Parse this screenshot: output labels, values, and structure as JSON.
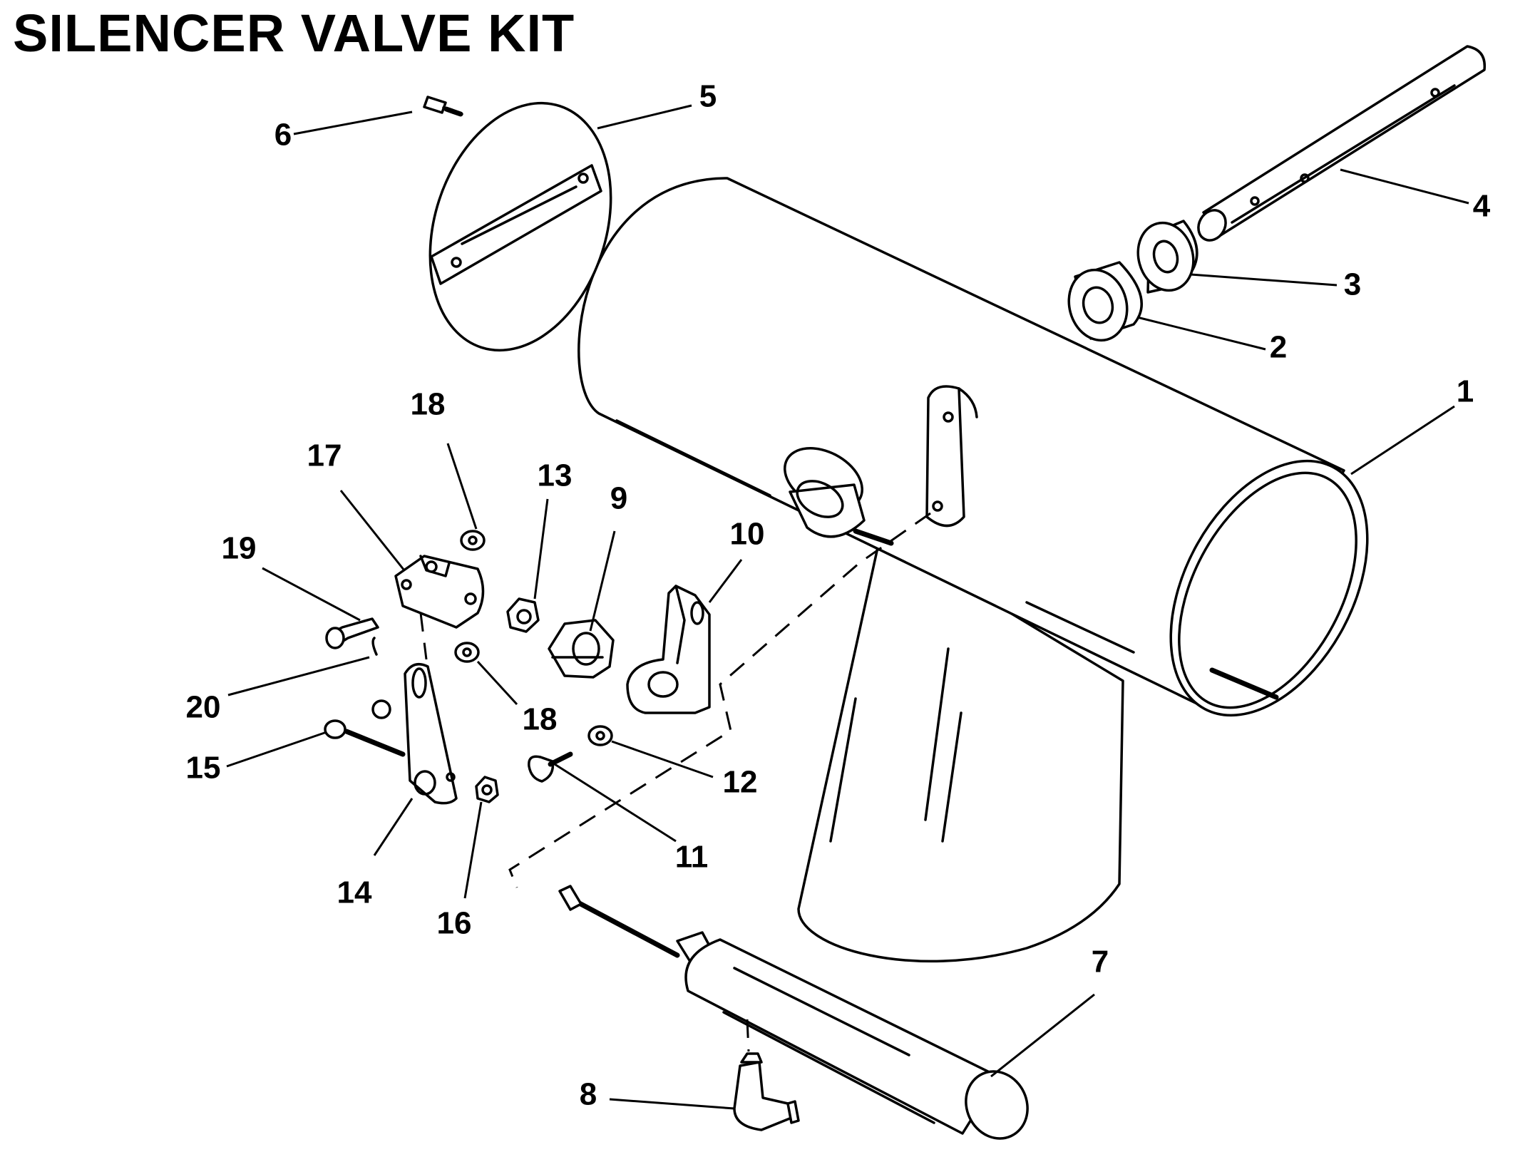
{
  "title": "SILENCER VALVE KIT",
  "callouts": {
    "c1": "1",
    "c2": "2",
    "c3": "3",
    "c4": "4",
    "c5": "5",
    "c6": "6",
    "c7": "7",
    "c8": "8",
    "c9": "9",
    "c10": "10",
    "c11": "11",
    "c12": "12",
    "c13": "13",
    "c14": "14",
    "c15": "15",
    "c16": "16",
    "c17": "17",
    "c18a": "18",
    "c18b": "18",
    "c19": "19",
    "c20": "20"
  }
}
